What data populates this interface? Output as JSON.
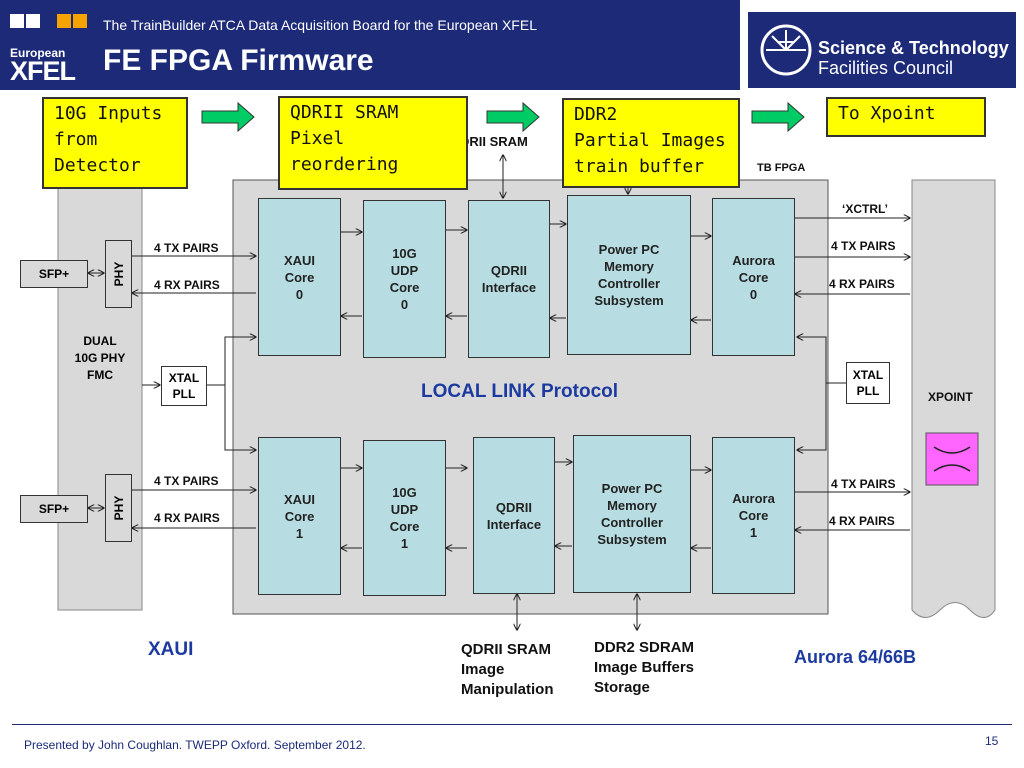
{
  "header": {
    "subtitle": "The TrainBuilder ATCA Data Acquisition Board for the European XFEL",
    "title": "FE FPGA Firmware",
    "logo_left": {
      "line1": "European",
      "line2": "XFEL"
    },
    "logo_right": {
      "line1": "Science & Technology",
      "line2": "Facilities Council"
    }
  },
  "callouts": {
    "inputs": [
      "10G Inputs",
      "from",
      "Detector"
    ],
    "qdr": [
      "QDRII SRAM",
      "Pixel",
      "reordering"
    ],
    "ddr": [
      "DDR2",
      "Partial Images",
      "train buffer"
    ],
    "xpoint": [
      "To Xpoint"
    ]
  },
  "labels": {
    "qdr_top_partial": "DRII SRAM",
    "tb_fpga": "TB FPGA",
    "xctrl": "‘XCTRL’",
    "local_link": "LOCAL LINK Protocol",
    "dual_phy": [
      "DUAL",
      "10G PHY",
      "FMC"
    ],
    "xtal_pll": [
      "XTAL",
      "PLL"
    ],
    "xpoint": "XPOINT",
    "sfp": "SFP+",
    "phy": "PHY",
    "tx_pairs": "4 TX PAIRS",
    "rx_pairs": "4 RX PAIRS",
    "xaui": "XAUI",
    "aurora": "Aurora 64/66B"
  },
  "blocks": {
    "xaui0": [
      "XAUI",
      "Core",
      "0"
    ],
    "udp0": [
      "10G",
      "UDP",
      "Core",
      "0"
    ],
    "qdr0": [
      "QDRII",
      "Interface"
    ],
    "ppc0": [
      "Power PC",
      "Memory",
      "Controller",
      "Subsystem"
    ],
    "aurora0": [
      "Aurora",
      "Core",
      "0"
    ],
    "xaui1": [
      "XAUI",
      "Core",
      "1"
    ],
    "udp1": [
      "10G",
      "UDP",
      "Core",
      "1"
    ],
    "qdr1": [
      "QDRII",
      "Interface"
    ],
    "ppc1": [
      "Power PC",
      "Memory",
      "Controller",
      "Subsystem"
    ],
    "aurora1": [
      "Aurora",
      "Core",
      "1"
    ]
  },
  "bottom": {
    "qdr_sram": [
      "QDRII SRAM",
      "Image",
      "Manipulation"
    ],
    "ddr2": [
      "DDR2 SDRAM",
      "Image Buffers",
      "Storage"
    ]
  },
  "footer": {
    "presenter": "Presented by John Coughlan. TWEPP Oxford. September  2012.",
    "page": "15"
  }
}
